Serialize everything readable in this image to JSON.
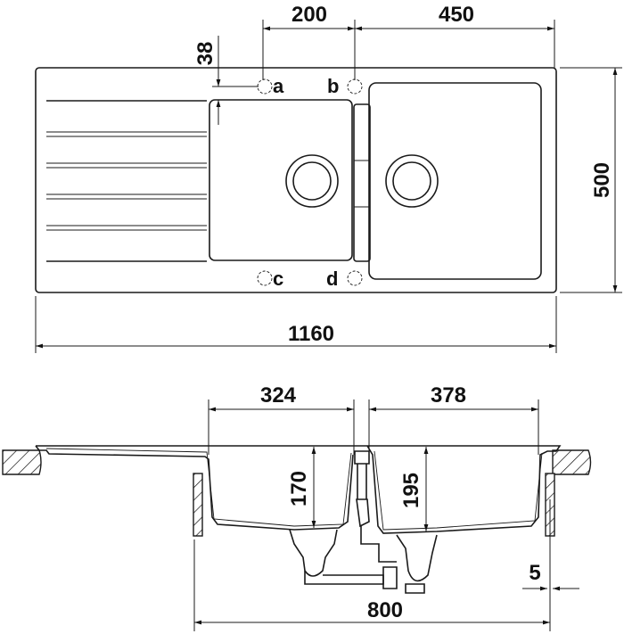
{
  "top_view": {
    "dimensions": {
      "tap_offset": "200",
      "bowl_offset": "450",
      "edge_offset": "38",
      "depth": "500",
      "length": "1160"
    },
    "tap_positions": [
      "a",
      "b",
      "c",
      "d"
    ]
  },
  "section_view": {
    "dimensions": {
      "left_bowl_width": "324",
      "right_bowl_width": "378",
      "left_bowl_depth": "170",
      "right_bowl_depth": "195",
      "clearance": "5",
      "cabinet_width": "800"
    }
  }
}
